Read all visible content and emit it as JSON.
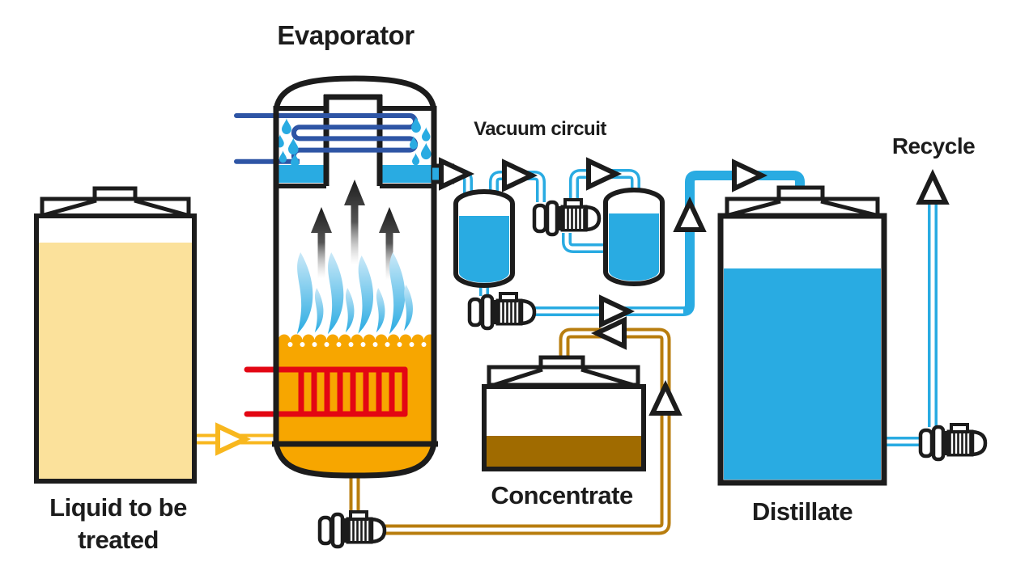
{
  "labels": {
    "evaporator": "Evaporator",
    "vacuum_circuit": "Vacuum circuit",
    "recycle": "Recycle",
    "feed_tank_line1": "Liquid to be",
    "feed_tank_line2": "treated",
    "concentrate": "Concentrate",
    "distillate": "Distillate"
  },
  "colors": {
    "pipe_water_cyan": "#29ABE2",
    "coolant_coil_blue": "#2E55A5",
    "evaporator_liquid_orange": "#F7A600",
    "feed_liquid_pale_yellow": "#FBE19B",
    "feed_pipe_yellow": "#F8B71E",
    "concentrate_pipe_brown": "#B87D0E",
    "concentrate_liquid_brown": "#A06B00",
    "heater_red": "#E30613",
    "outline_black": "#1C1C1C",
    "steam_gray": "#4D4D4D"
  },
  "icons": {
    "pump": "motor-pump-icon",
    "flow_arrow": "hollow-arrow-icon",
    "droplet": "droplet-icon",
    "flame": "flame-icon",
    "steam_arrow": "steam-arrow-icon"
  },
  "equipment": [
    {
      "name": "feed-tank",
      "liquid_color": "pale_yellow",
      "fill_level": "high"
    },
    {
      "name": "evaporator",
      "liquid_color": "orange",
      "internals": [
        "condenser-coil",
        "condensate-droplets",
        "condensate-tray",
        "vapor-chimney",
        "steam-arrows",
        "boiling-flames",
        "heating-element"
      ]
    },
    {
      "name": "vacuum-tank-1",
      "liquid_color": "cyan"
    },
    {
      "name": "vacuum-tank-2",
      "liquid_color": "cyan"
    },
    {
      "name": "concentrate-tank",
      "liquid_color": "brown",
      "fill_level": "low"
    },
    {
      "name": "distillate-tank",
      "liquid_color": "cyan",
      "fill_level": "high"
    },
    {
      "name": "pumps",
      "count": 4
    }
  ]
}
